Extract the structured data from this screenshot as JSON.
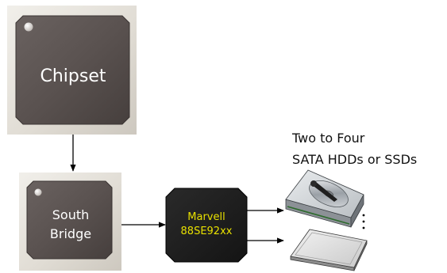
{
  "chipset": {
    "label": "Chipset"
  },
  "south_bridge": {
    "label_line1": "South",
    "label_line2": "Bridge"
  },
  "controller": {
    "label_line1": "Marvell",
    "label_line2": "88SE92xx"
  },
  "storage": {
    "caption_line1": "Two to Four",
    "caption_line2": "SATA HDDs or SSDs"
  },
  "colors": {
    "chip_fill": "#5b5452",
    "chip_frame": "#e3e0da",
    "controller_fill": "#1f1f1f",
    "controller_text": "#e8e000",
    "arrow": "#000000"
  }
}
